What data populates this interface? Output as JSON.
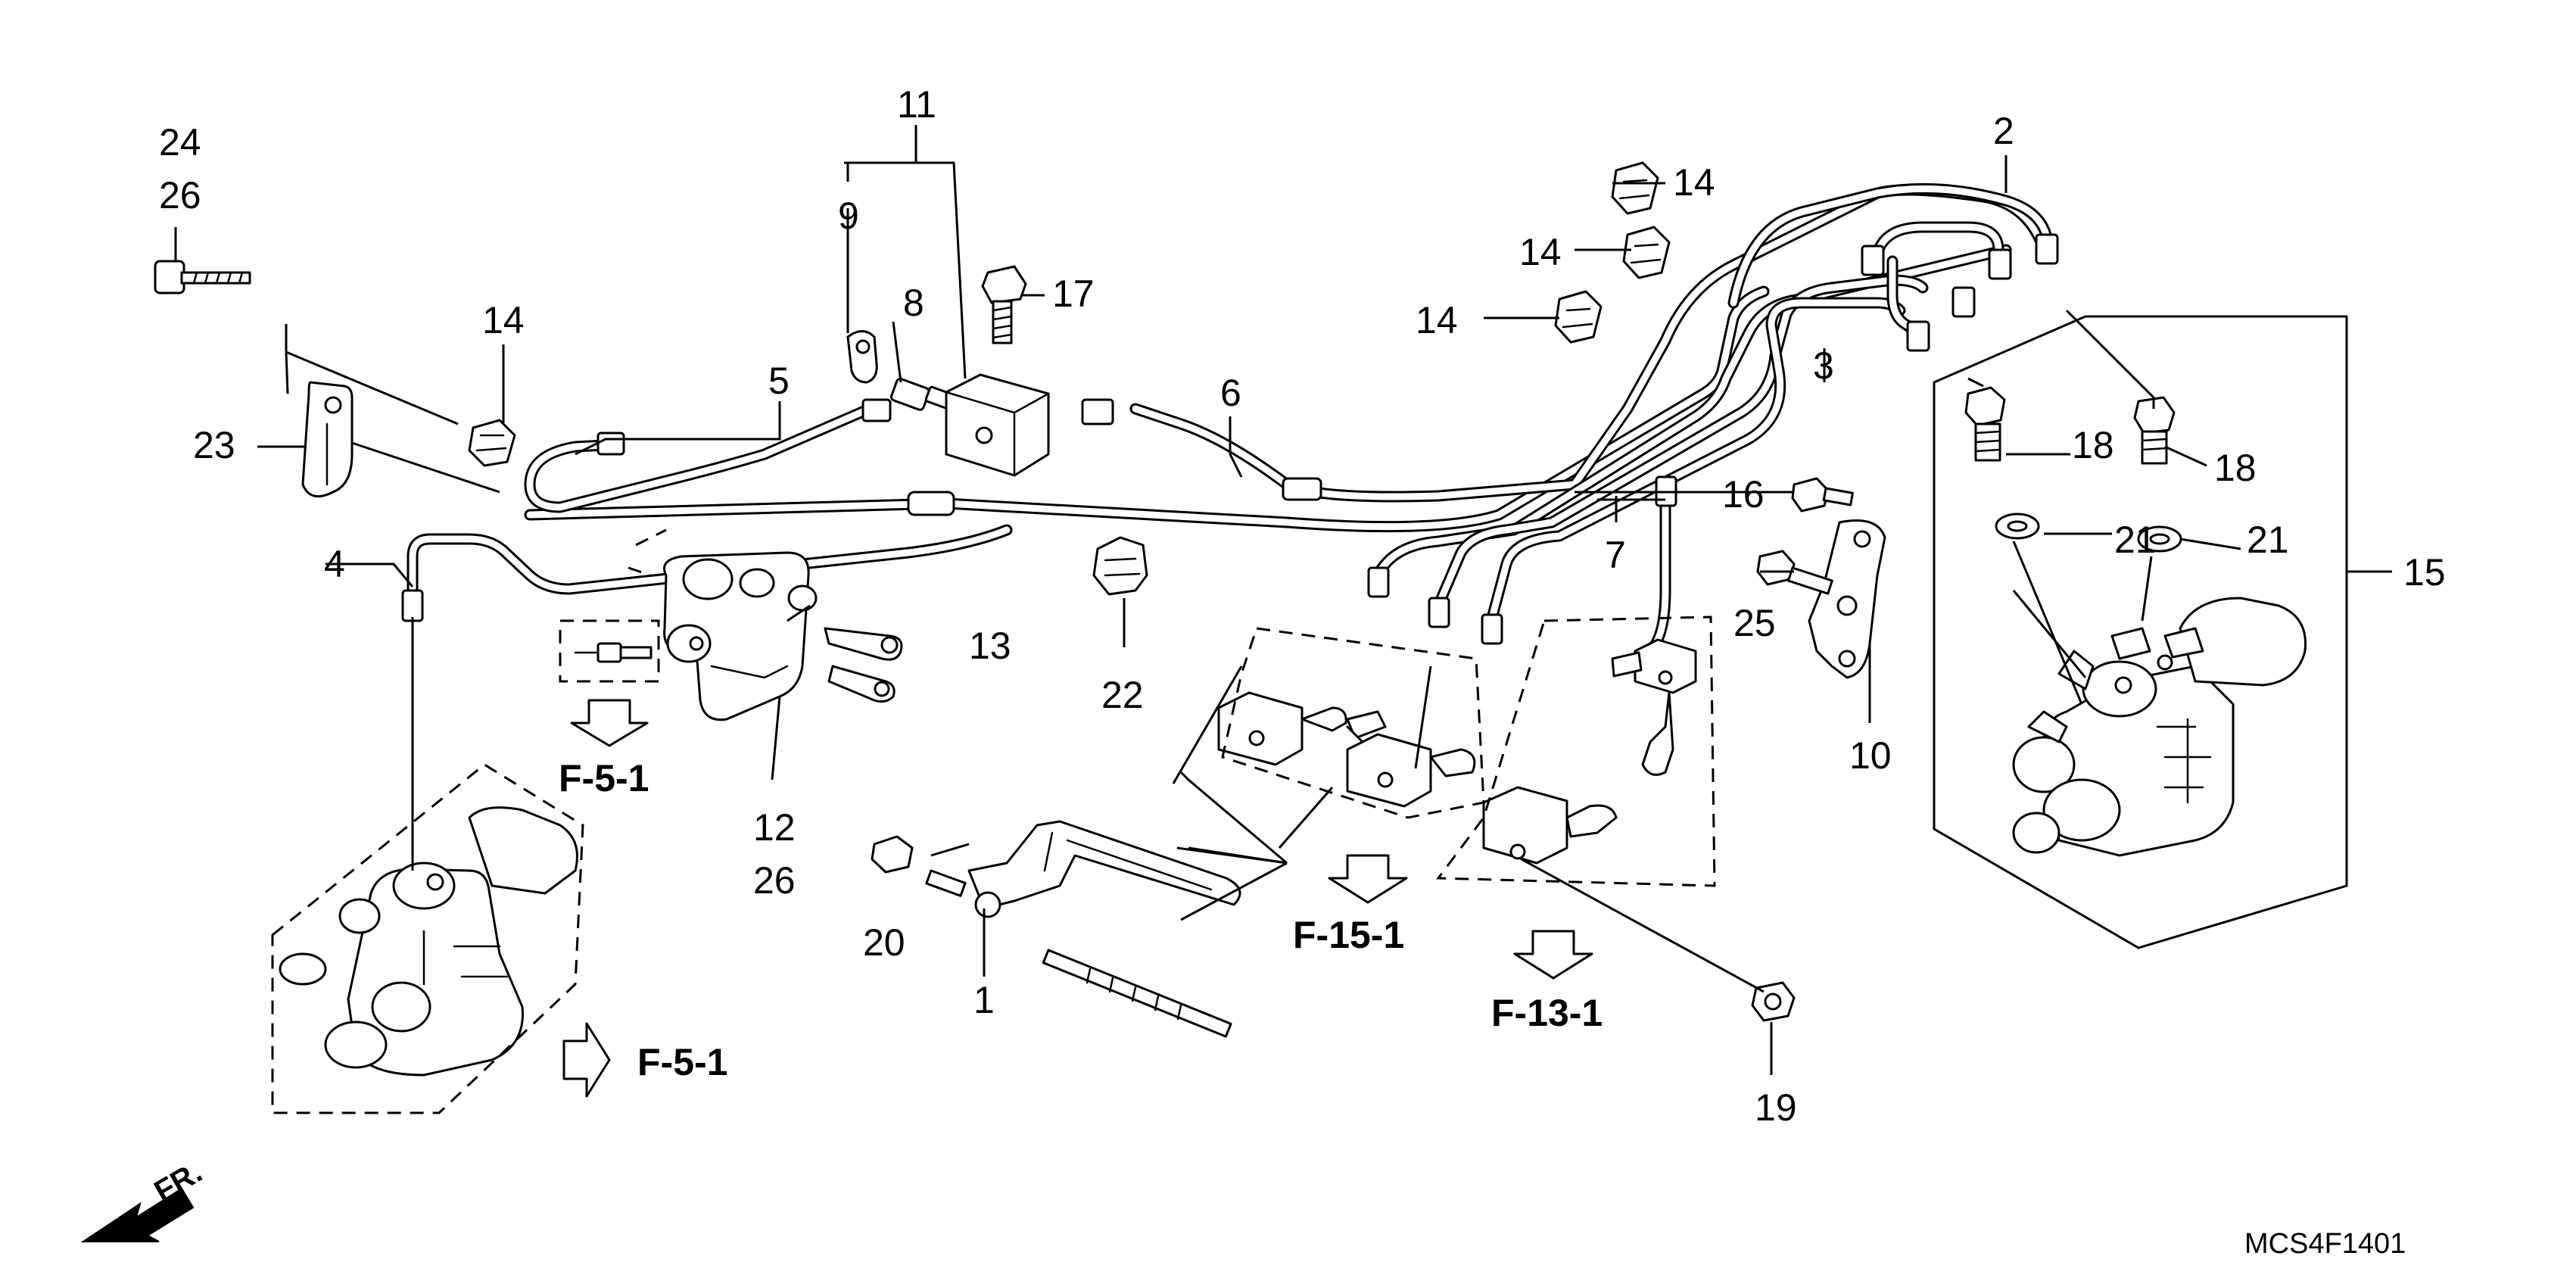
{
  "callouts": {
    "c1": "1",
    "c2": "2",
    "c3": "3",
    "c4": "4",
    "c5": "5",
    "c6": "6",
    "c7": "7",
    "c8": "8",
    "c9": "9",
    "c10": "10",
    "c11": "11",
    "c12": "12",
    "c13": "13",
    "c14a": "14",
    "c14b": "14",
    "c14c": "14",
    "c14d": "14",
    "c15": "15",
    "c16": "16",
    "c17": "17",
    "c18a": "18",
    "c18b": "18",
    "c19": "19",
    "c20": "20",
    "c21a": "21",
    "c21b": "21",
    "c22": "22",
    "c23": "23",
    "c24": "24",
    "c25": "25",
    "c26a": "26",
    "c26b": "26"
  },
  "references": {
    "ref_a": "F-5-1",
    "ref_b": "F-5-1",
    "ref_c": "F-15-1",
    "ref_d": "F-13-1"
  },
  "front_label": "FR.",
  "diagram_code": "MCS4F1401"
}
